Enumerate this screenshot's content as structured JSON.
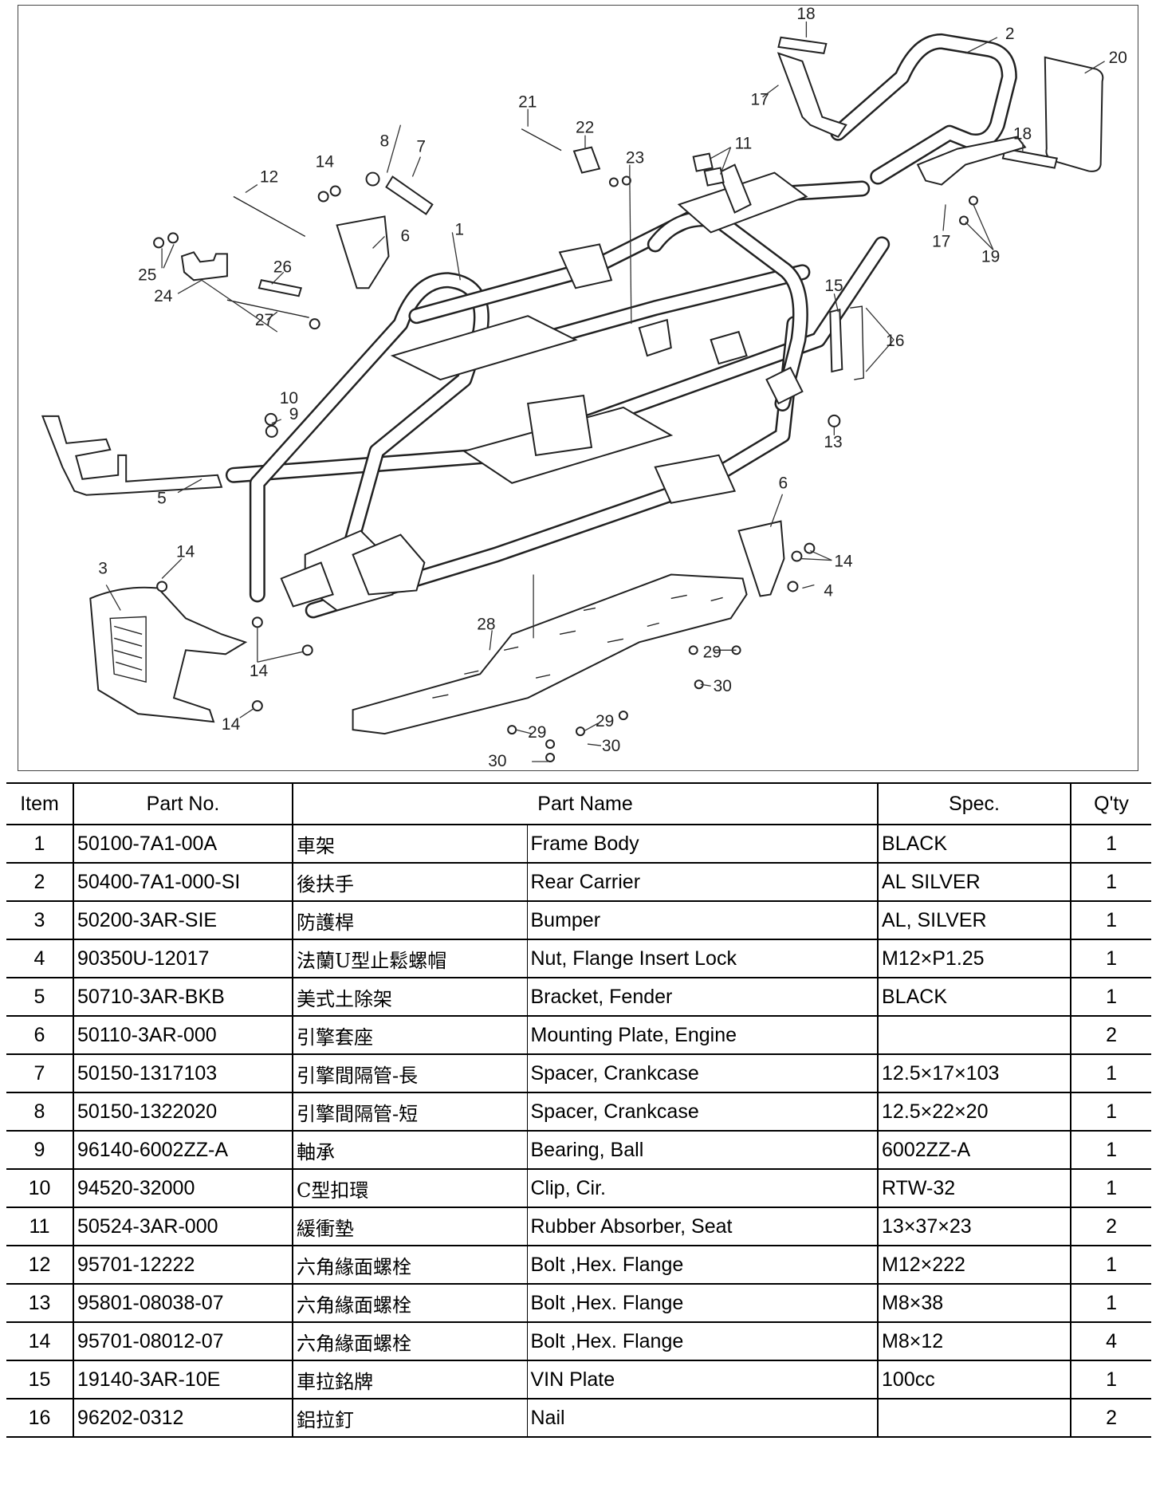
{
  "diagram": {
    "callouts": [
      "1",
      "2",
      "3",
      "4",
      "5",
      "6",
      "6",
      "7",
      "8",
      "9",
      "10",
      "11",
      "12",
      "13",
      "14",
      "14",
      "14",
      "14",
      "14",
      "15",
      "16",
      "17",
      "17",
      "18",
      "18",
      "19",
      "20",
      "21",
      "22",
      "23",
      "24",
      "25",
      "26",
      "27",
      "28",
      "29",
      "29",
      "29",
      "30",
      "30",
      "30"
    ]
  },
  "table": {
    "headers": {
      "item": "Item",
      "part_no": "Part No.",
      "part_name": "Part Name",
      "spec": "Spec.",
      "qty": "Q'ty"
    },
    "rows": [
      {
        "item": "1",
        "part_no": "50100-7A1-00A",
        "name_zh": "車架",
        "name_en": "Frame Body",
        "spec": "BLACK",
        "qty": "1"
      },
      {
        "item": "2",
        "part_no": "50400-7A1-000-SI",
        "name_zh": "後扶手",
        "name_en": "Rear Carrier",
        "spec": "AL SILVER",
        "qty": "1"
      },
      {
        "item": "3",
        "part_no": "50200-3AR-SIE",
        "name_zh": "防護桿",
        "name_en": "Bumper",
        "spec": "AL, SILVER",
        "qty": "1"
      },
      {
        "item": "4",
        "part_no": "90350U-12017",
        "name_zh": "法蘭U型止鬆螺帽",
        "name_en": "Nut, Flange Insert Lock",
        "spec": "M12×P1.25",
        "qty": "1"
      },
      {
        "item": "5",
        "part_no": "50710-3AR-BKB",
        "name_zh": "美式土除架",
        "name_en": "Bracket, Fender",
        "spec": "BLACK",
        "qty": "1"
      },
      {
        "item": "6",
        "part_no": "50110-3AR-000",
        "name_zh": "引擎套座",
        "name_en": "Mounting Plate, Engine",
        "spec": "",
        "qty": "2"
      },
      {
        "item": "7",
        "part_no": "50150-1317103",
        "name_zh": "引擎間隔管-長",
        "name_en": "Spacer, Crankcase",
        "spec": "12.5×17×103",
        "qty": "1"
      },
      {
        "item": "8",
        "part_no": "50150-1322020",
        "name_zh": "引擎間隔管-短",
        "name_en": "Spacer, Crankcase",
        "spec": "12.5×22×20",
        "qty": "1"
      },
      {
        "item": "9",
        "part_no": "96140-6002ZZ-A",
        "name_zh": "軸承",
        "name_en": "Bearing, Ball",
        "spec": "6002ZZ-A",
        "qty": "1"
      },
      {
        "item": "10",
        "part_no": "94520-32000",
        "name_zh": "C型扣環",
        "name_en": "Clip, Cir.",
        "spec": "RTW-32",
        "qty": "1"
      },
      {
        "item": "11",
        "part_no": "50524-3AR-000",
        "name_zh": "緩衝墊",
        "name_en": "Rubber Absorber, Seat",
        "spec": "13×37×23",
        "qty": "2"
      },
      {
        "item": "12",
        "part_no": "95701-12222",
        "name_zh": "六角緣面螺栓",
        "name_en": "Bolt ,Hex. Flange",
        "spec": "M12×222",
        "qty": "1"
      },
      {
        "item": "13",
        "part_no": "95801-08038-07",
        "name_zh": "六角緣面螺栓",
        "name_en": "Bolt ,Hex. Flange",
        "spec": "M8×38",
        "qty": "1"
      },
      {
        "item": "14",
        "part_no": "95701-08012-07",
        "name_zh": "六角緣面螺栓",
        "name_en": "Bolt ,Hex. Flange",
        "spec": "M8×12",
        "qty": "4"
      },
      {
        "item": "15",
        "part_no": "19140-3AR-10E",
        "name_zh": "車拉銘牌",
        "name_en": "VIN Plate",
        "spec": "100cc",
        "qty": "1"
      },
      {
        "item": "16",
        "part_no": "96202-0312",
        "name_zh": "鋁拉釘",
        "name_en": "Nail",
        "spec": "",
        "qty": "2"
      }
    ]
  }
}
